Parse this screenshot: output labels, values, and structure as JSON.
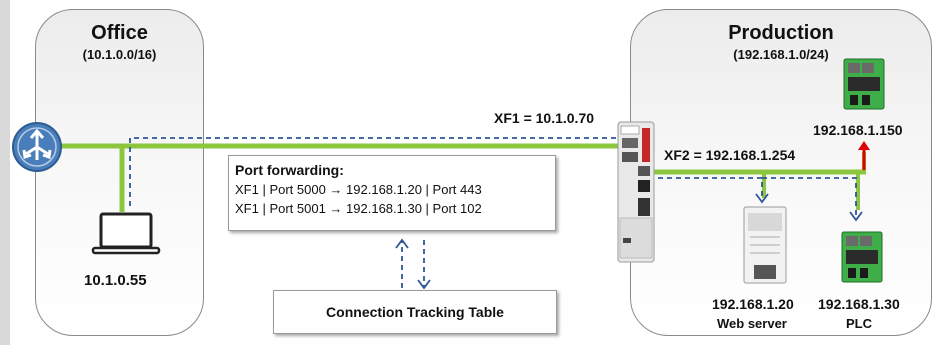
{
  "office": {
    "title": "Office",
    "subnet": "(10.1.0.0/16)",
    "laptop_ip": "10.1.0.55"
  },
  "production": {
    "title": "Production",
    "subnet": "(192.168.1.0/24)",
    "plc_top_ip": "192.168.1.150",
    "webserver_ip": "192.168.1.20",
    "webserver_label": "Web server",
    "plc_ip": "192.168.1.30",
    "plc_label": "PLC"
  },
  "interfaces": {
    "xf1": "XF1 = 10.1.0.70",
    "xf2": "XF2 = 192.168.1.254"
  },
  "port_forwarding": {
    "title": "Port forwarding:",
    "rules": [
      "XF1 | Port 5000 → 192.168.1.20 | Port 443",
      "XF1 | Port 5001 → 192.168.1.30 | Port 102"
    ]
  },
  "connection_tracking": {
    "label": "Connection Tracking Table"
  },
  "colors": {
    "link_green": "#8cc63f",
    "dashed_blue": "#2f5597",
    "router_blue": "#4a7ebb",
    "arrow_red": "#e00000",
    "device_green": "#3fae49"
  },
  "icons": [
    "router-icon",
    "laptop-icon",
    "firewall-icon",
    "plc-icon",
    "server-icon",
    "plc-icon"
  ]
}
